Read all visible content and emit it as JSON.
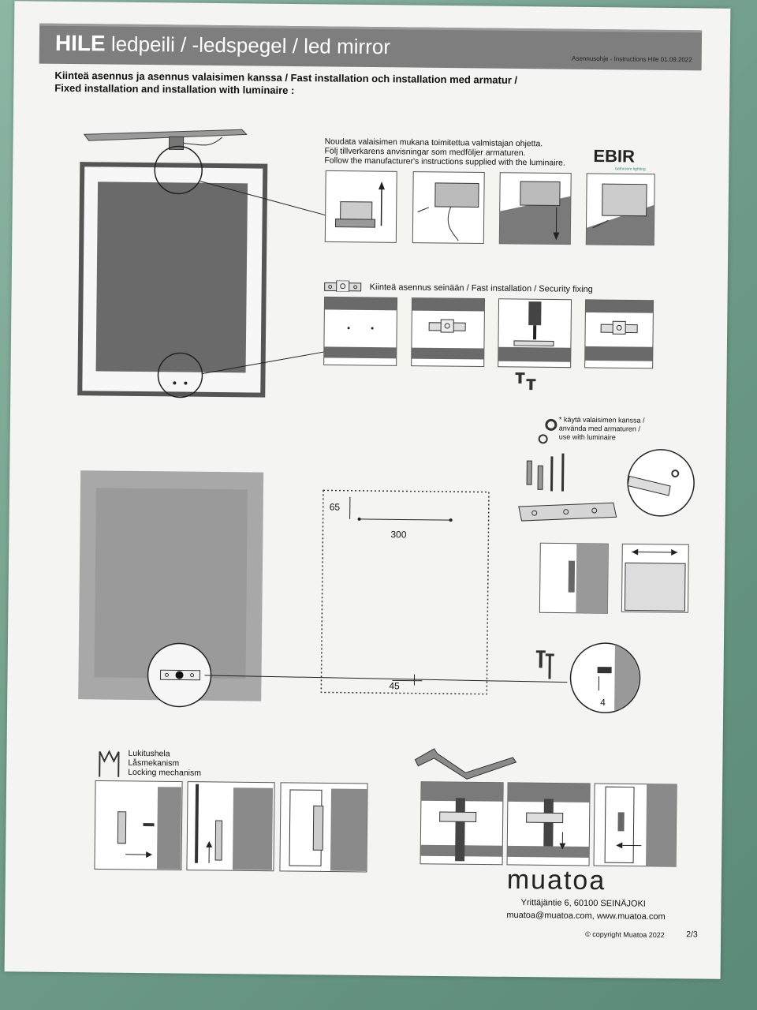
{
  "header": {
    "product": "HILE",
    "subtitle": "ledpeili / -ledspegel / led mirror",
    "doc_ref": "Asennusohje - Instructions Hile 01.09.2022"
  },
  "heading": {
    "line1": "Kiinteä asennus ja asennus valaisimen kanssa / Fast installation och installation med armatur /",
    "line2": "Fixed installation and installation with luminaire :"
  },
  "luminaire_note": {
    "fi": "Noudata valaisimen mukana toimitettua valmistajan ohjetta.",
    "sv": "Följ tillverkarens anvisningar som medföljer armaturen.",
    "en": "Follow the manufacturer's instructions supplied with the luminaire."
  },
  "ebir_logo": {
    "name": "EBIR",
    "tagline": "bathroom lighting"
  },
  "fast_install_label": "Kiinteä asennus seinään / Fast installation / Security fixing",
  "washer_note": {
    "fi": "käytä valaisimen kanssa /",
    "sv": "använda med armaturen /",
    "en": "use with luminaire"
  },
  "dimensions": {
    "top_offset": "65",
    "spacing": "300",
    "bottom_offset": "45",
    "wall_gap": "4"
  },
  "locking": {
    "fi": "Lukitushela",
    "sv": "Låsmekanism",
    "en": "Locking mechanism"
  },
  "footer": {
    "brand": "muatoa",
    "address": "Yrittäjäntie 6,  60100 SEINÄJOKI",
    "contact": "muatoa@muatoa.com,  www.muatoa.com",
    "copyright": "© copyright Muatoa 2022",
    "page": "2/3"
  }
}
